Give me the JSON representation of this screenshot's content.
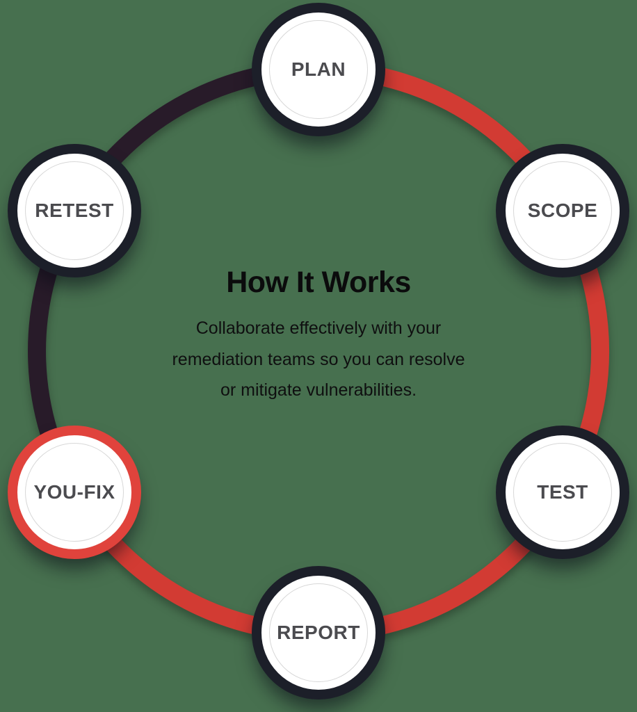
{
  "center": {
    "title": "How It Works",
    "subtitle": "Collaborate effectively with your\nremediation teams so you can resolve\nor mitigate vulnerabilities."
  },
  "nodes": [
    {
      "label": "PLAN",
      "variant": "dark"
    },
    {
      "label": "SCOPE",
      "variant": "dark"
    },
    {
      "label": "TEST",
      "variant": "dark"
    },
    {
      "label": "REPORT",
      "variant": "dark"
    },
    {
      "label": "YOU-FIX",
      "variant": "red"
    },
    {
      "label": "RETEST",
      "variant": "dark"
    }
  ],
  "ring": {
    "dark_segment": "PLAN to YOU-FIX via RETEST",
    "red_segment": "PLAN to YOU-FIX via SCOPE, TEST, REPORT"
  },
  "colors": {
    "bg": "#47704f",
    "arc_red": "#d23b33",
    "arc_dark": "#281b29",
    "node_dark": "#1c1f29",
    "node_red": "#e0433c",
    "hairline": "#d7d7d7",
    "label": "#4b4b4f",
    "heading": "#0b0b0c",
    "body_text": "#0f0f10"
  }
}
